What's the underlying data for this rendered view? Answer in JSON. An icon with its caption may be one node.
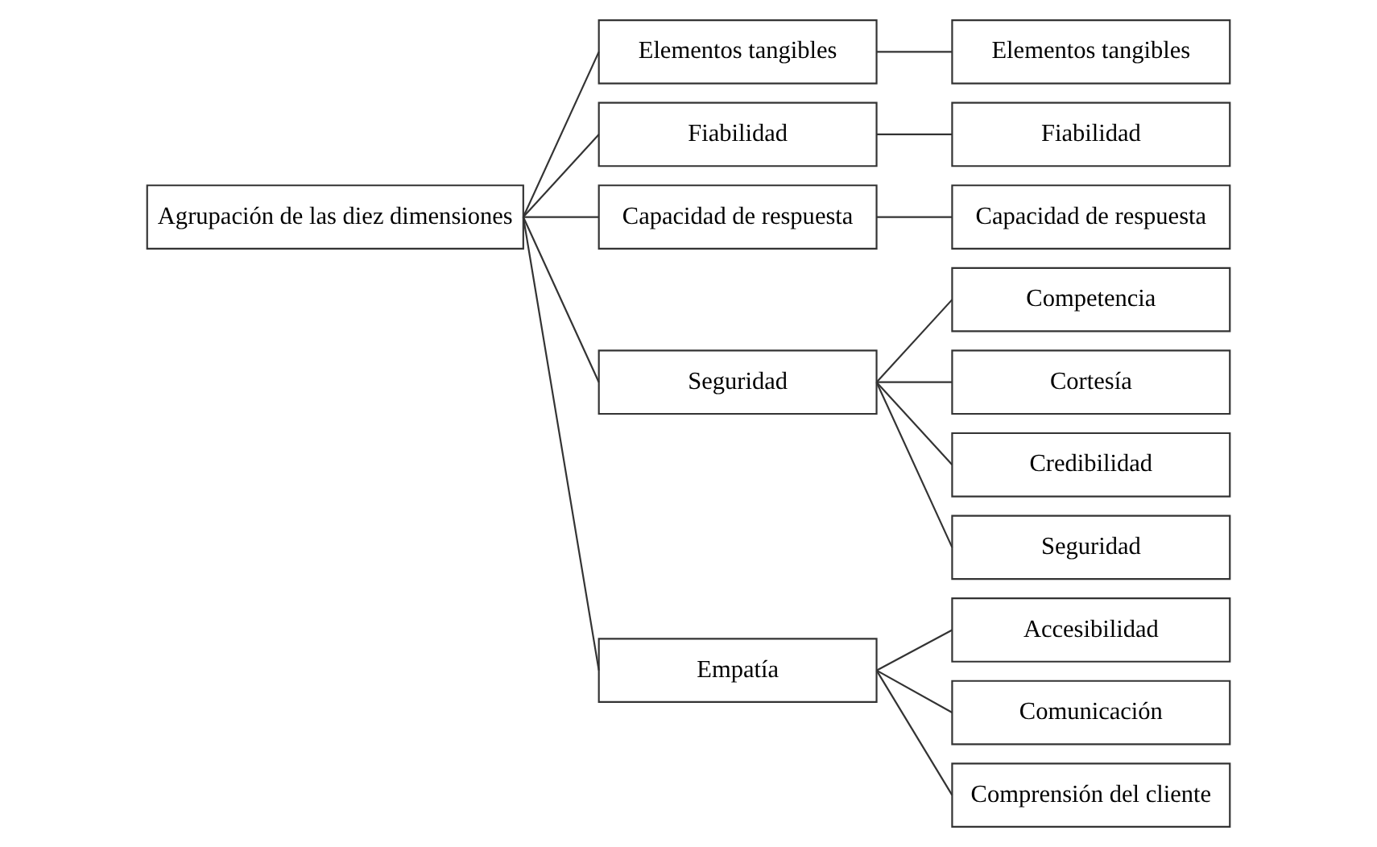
{
  "diagram": {
    "nodes": [
      {
        "text": [
          "Agrupación de las diez dimensiones"
        ]
      },
      {
        "text": [
          "Elementos tangibles"
        ]
      },
      {
        "text": [
          "Fiabilidad"
        ]
      },
      {
        "text": [
          "Capacidad de respuesta"
        ]
      },
      {
        "text": [
          "Seguridad"
        ]
      },
      {
        "text": [
          "Empatía"
        ]
      },
      {
        "text": [
          "Elementos tangibles"
        ]
      },
      {
        "text": [
          "Fiabilidad"
        ]
      },
      {
        "text": [
          "Capacidad de respuesta"
        ]
      },
      {
        "text": [
          "Competencia"
        ]
      },
      {
        "text": [
          "Cortesía"
        ]
      },
      {
        "text": [
          "Credibilidad"
        ]
      },
      {
        "text": [
          "Seguridad"
        ]
      },
      {
        "text": [
          "Accesibilidad"
        ]
      },
      {
        "text": [
          "Comunicación"
        ]
      },
      {
        "text": [
          "Comprensión del cliente"
        ]
      }
    ],
    "edges": [
      {
        "from": 0,
        "to": 1,
        "arrow": "none"
      },
      {
        "from": 0,
        "to": 2,
        "arrow": "none"
      },
      {
        "from": 0,
        "to": 3,
        "arrow": "none"
      },
      {
        "from": 0,
        "to": 4,
        "arrow": "none"
      },
      {
        "from": 0,
        "to": 5,
        "arrow": "none"
      },
      {
        "from": 1,
        "to": 6,
        "arrow": "none"
      },
      {
        "from": 2,
        "to": 7,
        "arrow": "none"
      },
      {
        "from": 3,
        "to": 8,
        "arrow": "none"
      },
      {
        "from": 4,
        "to": 9,
        "arrow": "none"
      },
      {
        "from": 4,
        "to": 10,
        "arrow": "none"
      },
      {
        "from": 4,
        "to": 11,
        "arrow": "none"
      },
      {
        "from": 4,
        "to": 12,
        "arrow": "none"
      },
      {
        "from": 5,
        "to": 13,
        "arrow": "none"
      },
      {
        "from": 5,
        "to": 14,
        "arrow": "none"
      },
      {
        "from": 5,
        "to": 15,
        "arrow": "none"
      }
    ]
  }
}
